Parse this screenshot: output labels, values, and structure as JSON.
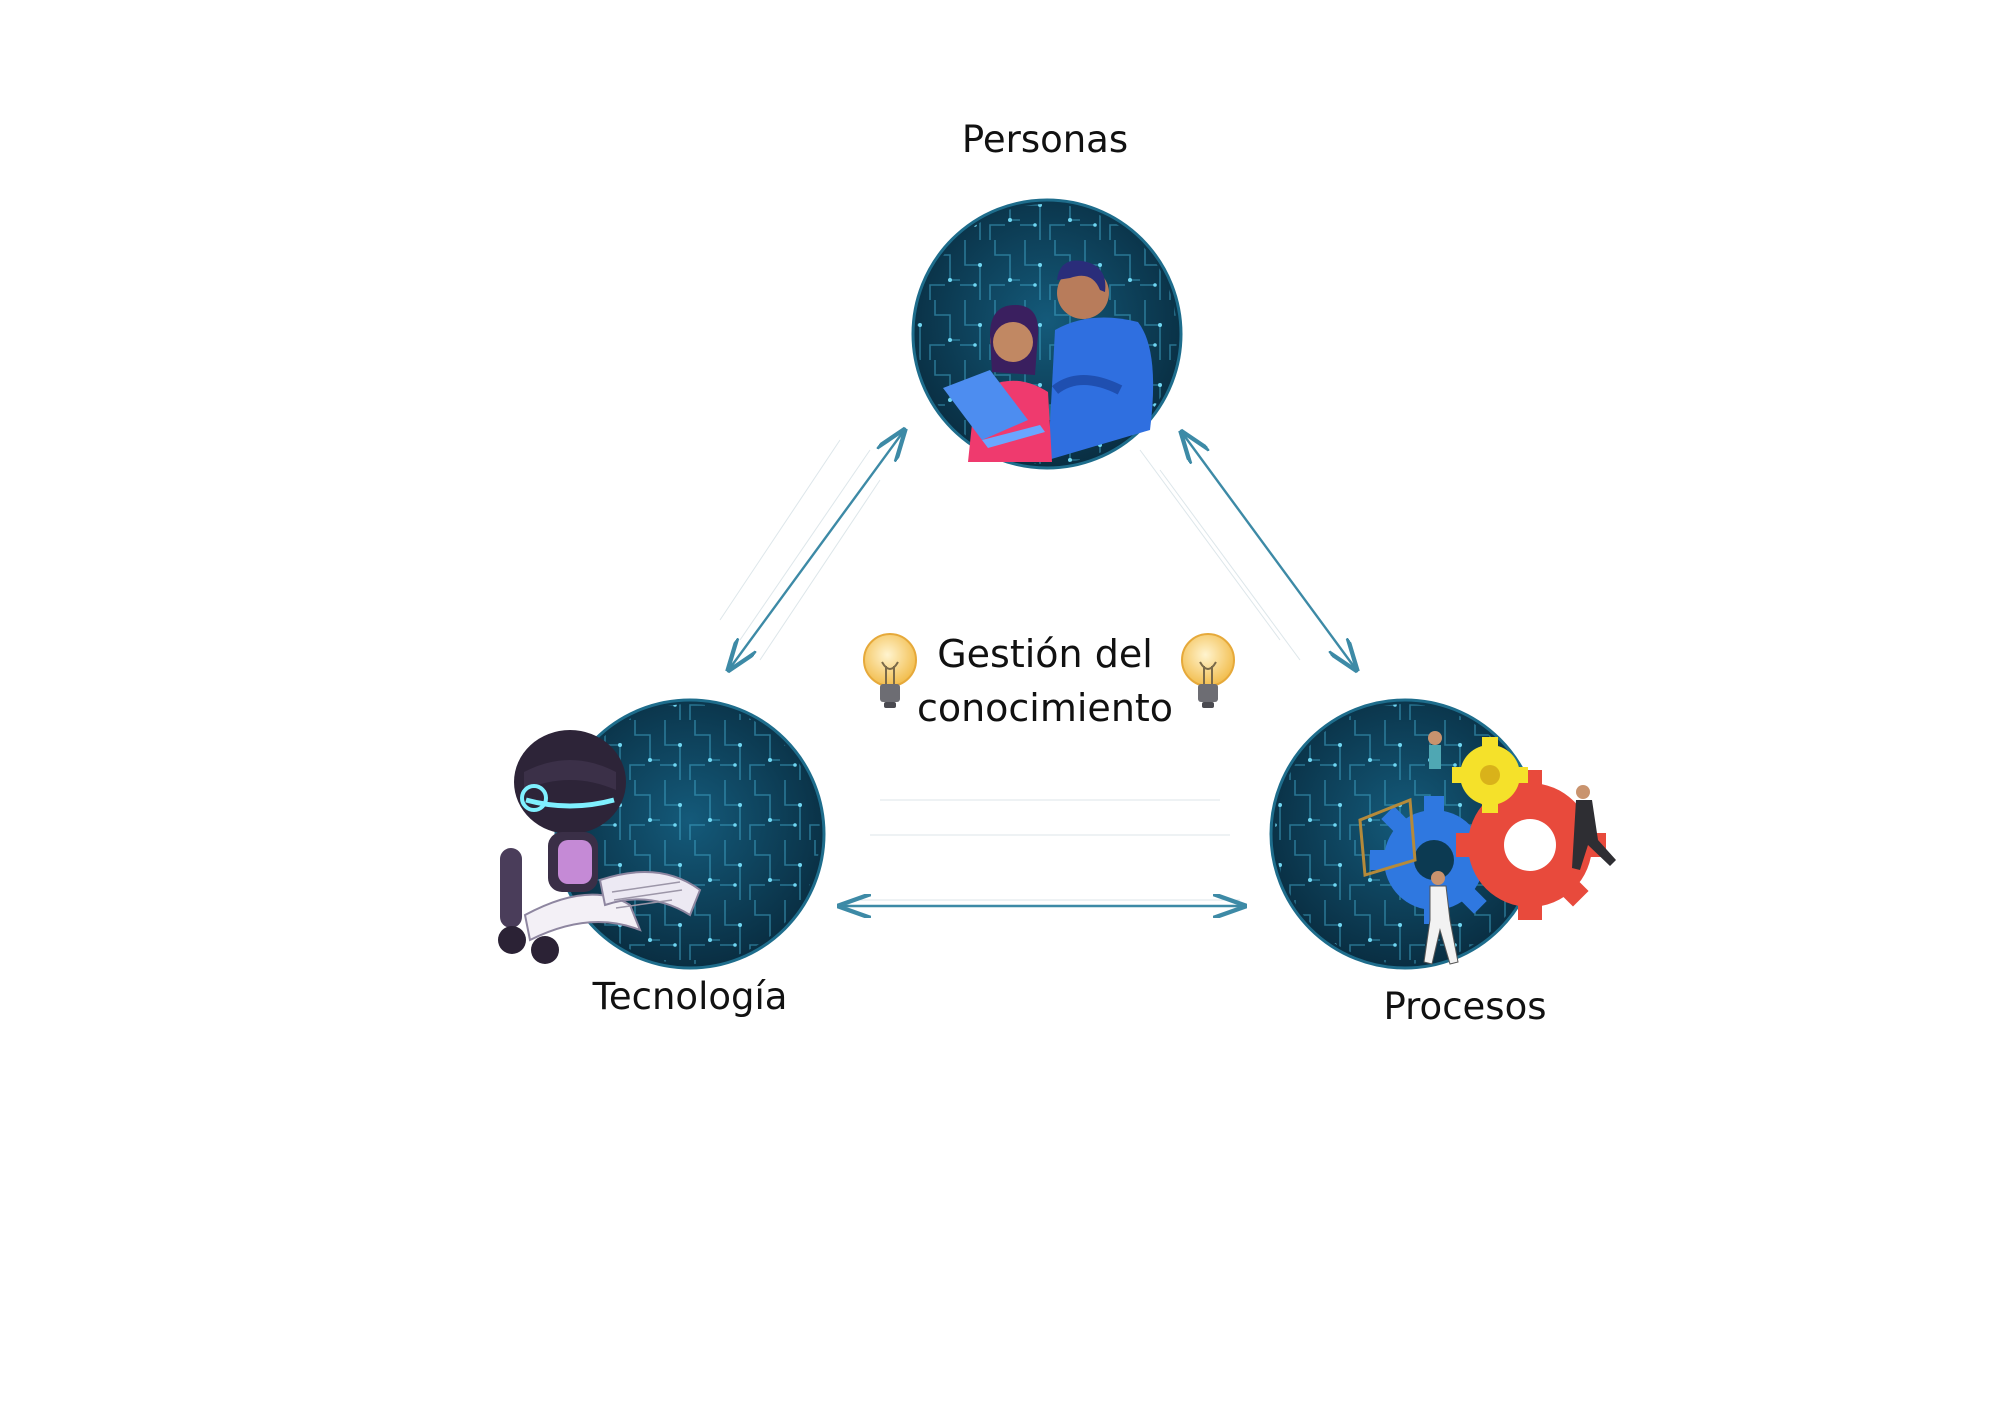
{
  "center": {
    "line1": "Gestión del",
    "line2": "conocimiento"
  },
  "nodes": {
    "personas": {
      "label": "Personas"
    },
    "tecnologia": {
      "label": "Tecnología"
    },
    "procesos": {
      "label": "Procesos"
    }
  },
  "colors": {
    "circle_fill": "#0c3a52",
    "circuit": "#3fa6c8",
    "arrow": "#3d8aa6",
    "bulb": "#f6c35a"
  }
}
